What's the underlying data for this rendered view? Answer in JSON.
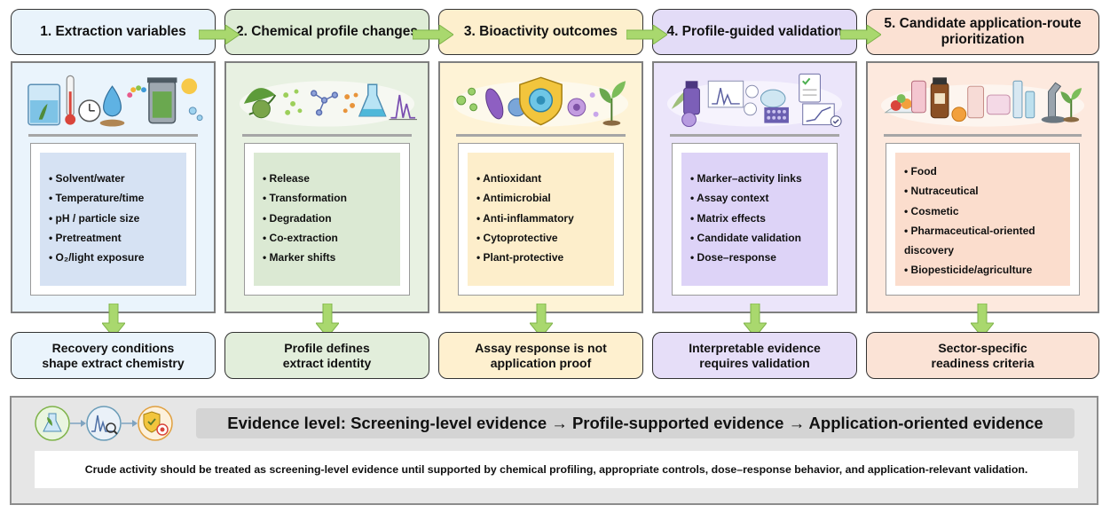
{
  "steps": [
    {
      "title": "1. Extraction variables",
      "icon": "extraction-lab-icon",
      "items": [
        "Solvent/water",
        "Temperature/time",
        "pH / particle size",
        "Pretreatment",
        "O₂/light exposure"
      ],
      "outcome": "Recovery conditions shape extract chemistry"
    },
    {
      "title": "2. Chemical profile changes",
      "icon": "chemical-profile-icon",
      "items": [
        "Release",
        "Transformation",
        "Degradation",
        "Co-extraction",
        "Marker shifts"
      ],
      "outcome": "Profile defines extract identity"
    },
    {
      "title": "3. Bioactivity outcomes",
      "icon": "bioactivity-icon",
      "items": [
        "Antioxidant",
        "Antimicrobial",
        "Anti-inflammatory",
        "Cytoprotective",
        "Plant-protective"
      ],
      "outcome": "Assay response is not application proof"
    },
    {
      "title": "4. Profile-guided validation",
      "icon": "validation-icon",
      "items": [
        "Marker–activity links",
        "Assay context",
        "Matrix effects",
        "Candidate validation",
        "Dose–response"
      ],
      "outcome": "Interpretable evidence requires validation"
    },
    {
      "title": "5. Candidate application-route prioritization",
      "icon": "application-products-icon",
      "items": [
        "Food",
        "Nutraceutical",
        "Cosmetic",
        "Pharmaceutical-oriented discovery",
        "Biopesticide/agriculture"
      ],
      "outcome": "Sector-specific readiness criteria"
    }
  ],
  "colors": {
    "step1": {
      "head": "#e9f3fb",
      "panel": "#eaf4fc",
      "inner": "#d6e2f3",
      "out": "#eaf4fc"
    },
    "step2": {
      "head": "#deecd6",
      "panel": "#e8f1e2",
      "inner": "#dbe9d3",
      "out": "#e2eedb"
    },
    "step3": {
      "head": "#fdefcd",
      "panel": "#fef3d6",
      "inner": "#fdeecb",
      "out": "#fef0cf"
    },
    "step4": {
      "head": "#e3dcf7",
      "panel": "#ebe5fa",
      "inner": "#ddd3f7",
      "out": "#e6def8"
    },
    "step5": {
      "head": "#fbe1d3",
      "panel": "#fde9de",
      "inner": "#fbddcd",
      "out": "#fbe3d6"
    },
    "arrow": "#a9d86e"
  },
  "evidence": {
    "title": "Evidence level: Screening-level evidence → Profile-supported evidence → Application-oriented evidence",
    "note": "Crude activity should be treated as screening-level evidence until supported by chemical profiling, appropriate controls, dose–response behavior, and application-relevant validation.",
    "icons": [
      "plant-flask-icon",
      "chromatogram-magnifier-icon",
      "shield-target-icon"
    ]
  }
}
